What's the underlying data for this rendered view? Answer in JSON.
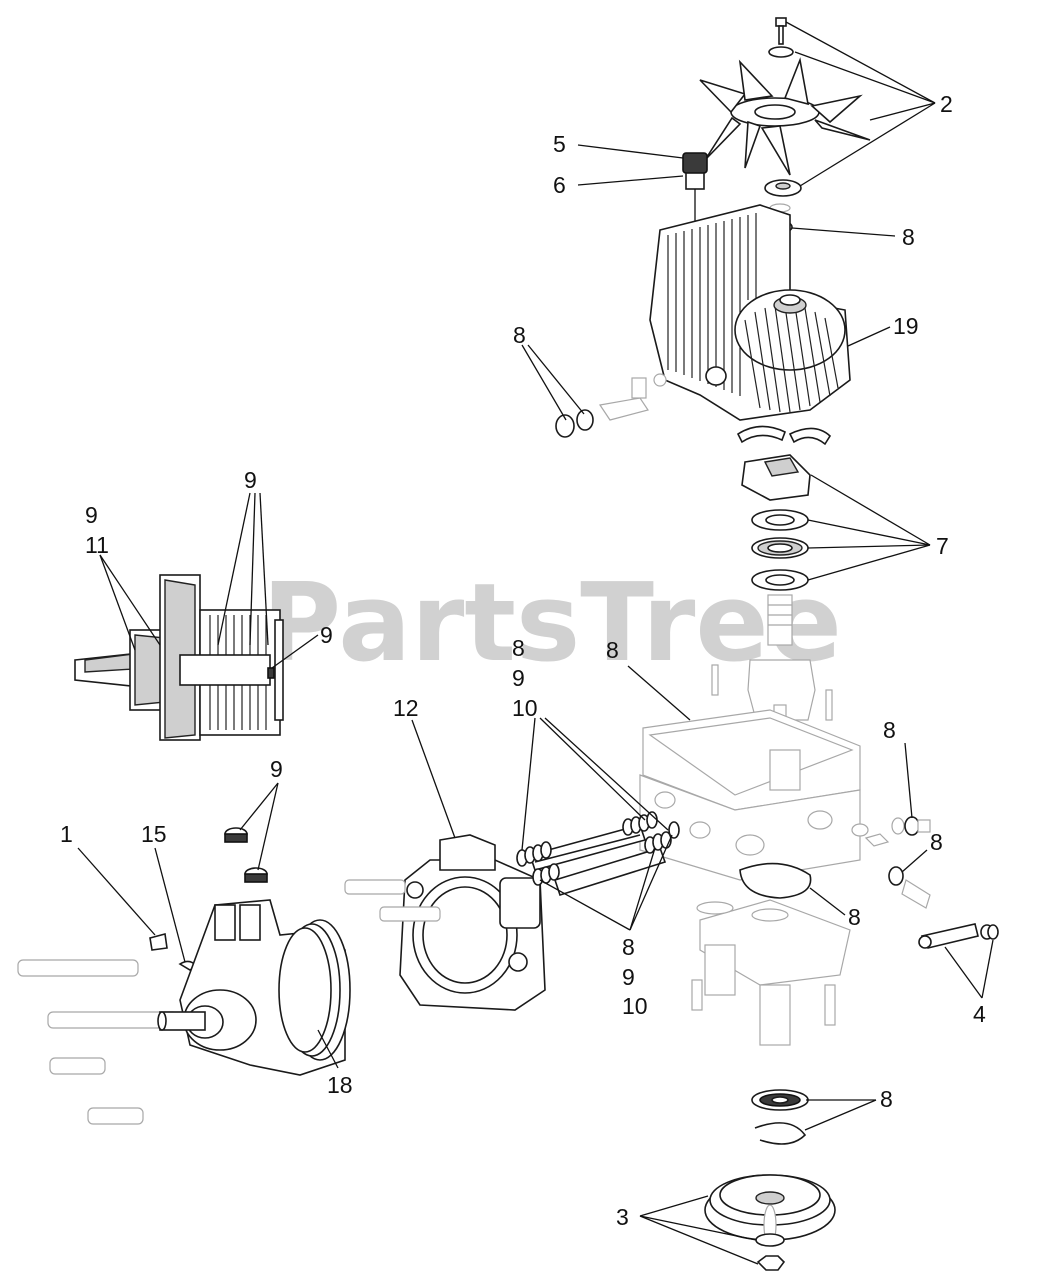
{
  "watermark": "PartsTree",
  "callouts": {
    "c2": "2",
    "c5": "5",
    "c6": "6",
    "c8_top": "8",
    "c19": "19",
    "c8_left": "8",
    "c7": "7",
    "c9_a": "9",
    "c11": "11",
    "c9_b": "9",
    "c9_c": "9",
    "c8_mid": "8",
    "c9_mid": "9",
    "c10_mid": "10",
    "c12": "12",
    "c8_gasket": "8",
    "c8_right": "8",
    "c8_ring": "8",
    "c8_oring": "8",
    "c9_plugs": "9",
    "c1": "1",
    "c15": "15",
    "c18": "18",
    "c8_low": "8",
    "c9_low": "9",
    "c10_low": "10",
    "c4": "4",
    "c8_bottom": "8",
    "c3": "3"
  },
  "colors": {
    "ink": "#111111",
    "watermark": "#c9c9c9"
  }
}
